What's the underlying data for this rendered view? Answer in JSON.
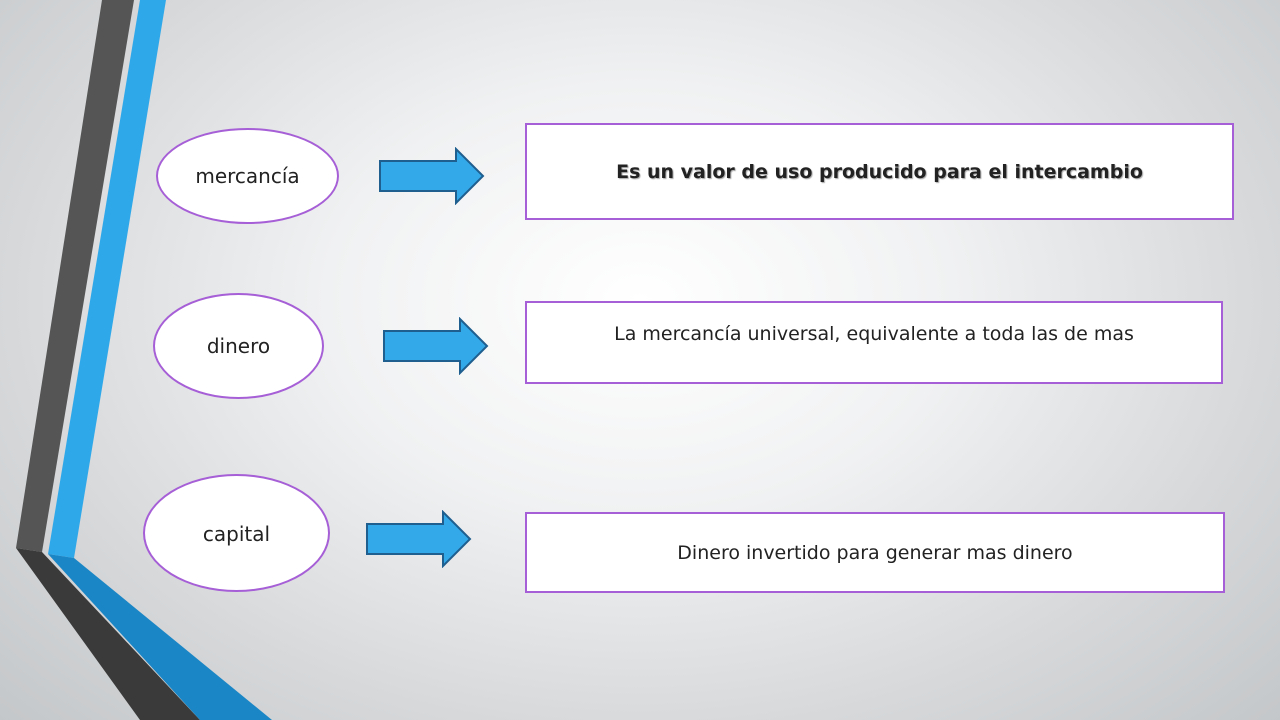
{
  "colors": {
    "outline": "#a65fd6",
    "arrow_fill": "#33a9ea",
    "arrow_stroke": "#1f5f8f",
    "stripe_dark": "#555555",
    "stripe_blue": "#2fa8ea"
  },
  "rows": [
    {
      "term": "mercancía",
      "definition": "Es un valor de uso producido para el intercambio"
    },
    {
      "term": "dinero",
      "definition": "La mercancía universal, equivalente a toda las de mas"
    },
    {
      "term": "capital",
      "definition": "Dinero invertido para generar mas dinero"
    }
  ]
}
